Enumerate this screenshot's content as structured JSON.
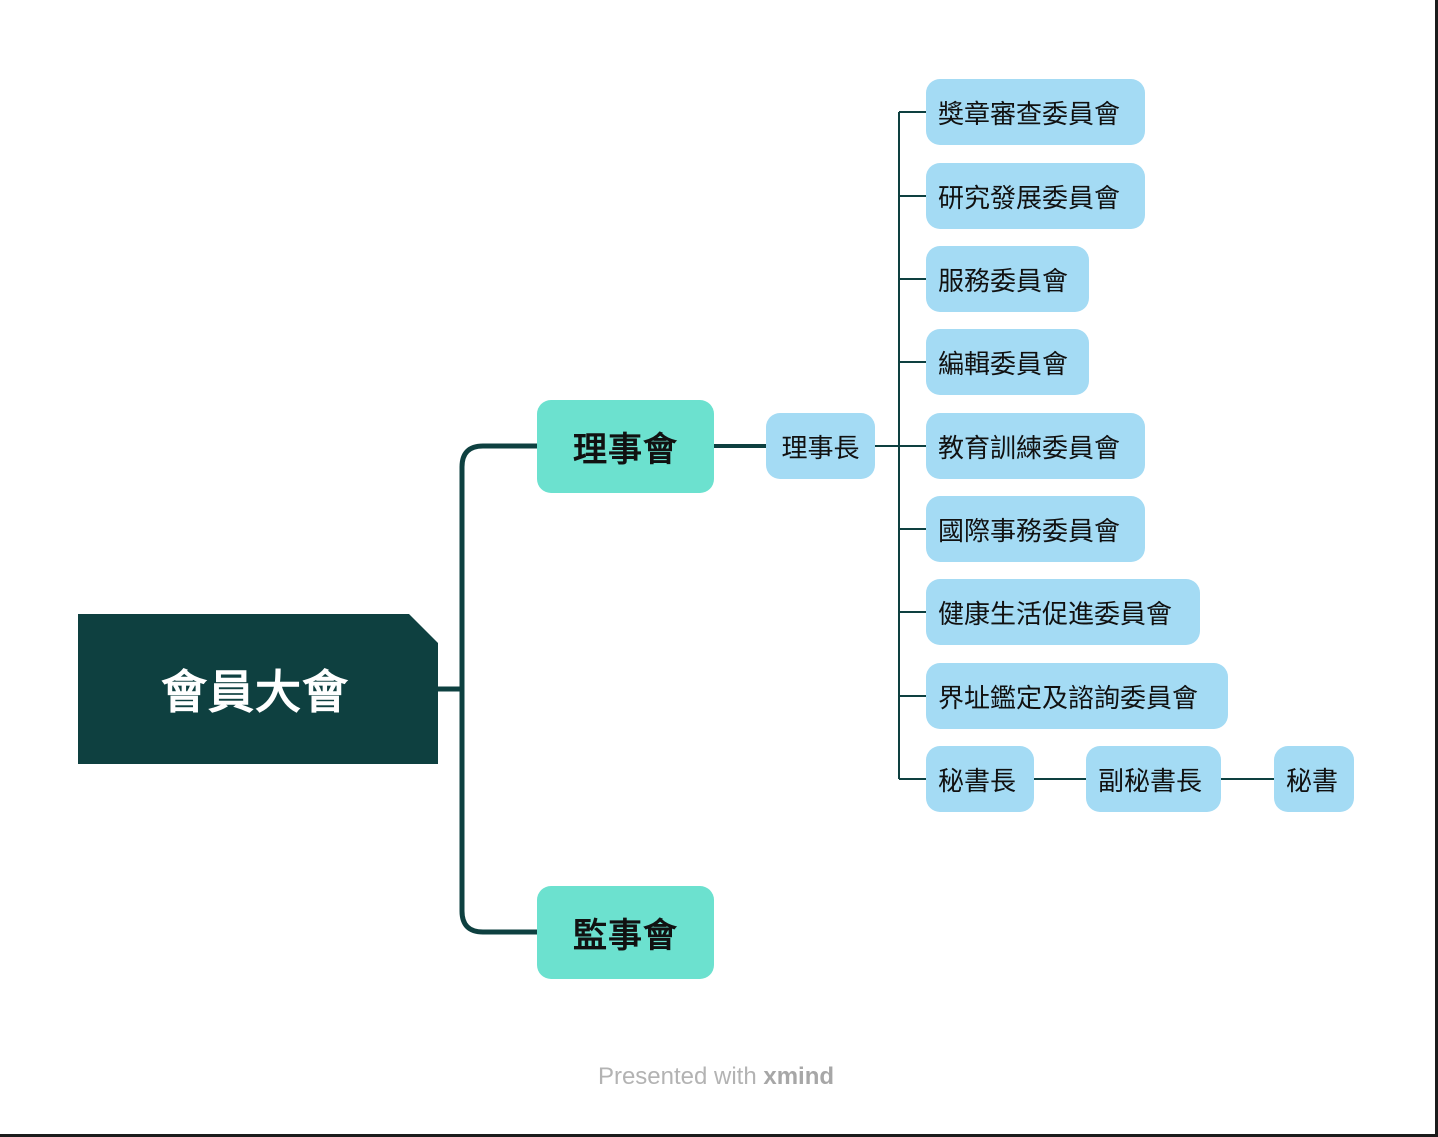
{
  "root": {
    "label": "會員大會"
  },
  "branches": [
    {
      "label": "理事會"
    },
    {
      "label": "監事會"
    }
  ],
  "chairman": {
    "label": "理事長"
  },
  "committees": [
    {
      "label": "獎章審查委員會"
    },
    {
      "label": "研究發展委員會"
    },
    {
      "label": "服務委員會"
    },
    {
      "label": "編輯委員會"
    },
    {
      "label": "教育訓練委員會"
    },
    {
      "label": "國際事務委員會"
    },
    {
      "label": "健康生活促進委員會"
    },
    {
      "label": "界址鑑定及諮詢委員會"
    }
  ],
  "secretariat": [
    {
      "label": "秘書長"
    },
    {
      "label": "副秘書長"
    },
    {
      "label": "秘書"
    }
  ],
  "footer": {
    "prefix": "Presented with ",
    "brand": "xmind"
  },
  "colors": {
    "root_fill": "#0e4040",
    "branch_fill": "#6ce1cf",
    "sub_fill": "#a4dbf4",
    "connector": "#0e4040"
  }
}
